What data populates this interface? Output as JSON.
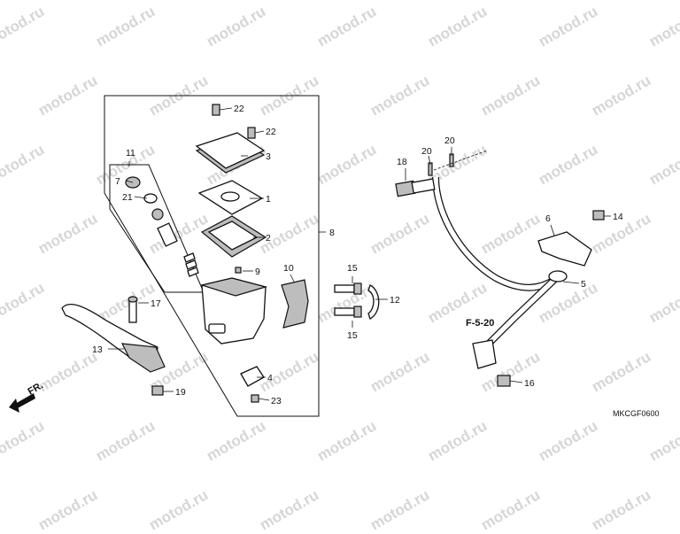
{
  "watermark": "motod.ru",
  "diagram_code": "MKCGF0600",
  "front_label": "FR.",
  "ref_label": "F-5-20",
  "callouts": {
    "c1": "1",
    "c2": "2",
    "c3": "3",
    "c4": "4",
    "c5": "5",
    "c6": "6",
    "c7": "7",
    "c8": "8",
    "c9": "9",
    "c10": "10",
    "c11": "11",
    "c12": "12",
    "c13": "13",
    "c14": "14",
    "c15a": "15",
    "c15b": "15",
    "c16": "16",
    "c17": "17",
    "c18": "18",
    "c19": "19",
    "c20a": "20",
    "c20b": "20",
    "c21": "21",
    "c22a": "22",
    "c22b": "22",
    "c23": "23"
  }
}
